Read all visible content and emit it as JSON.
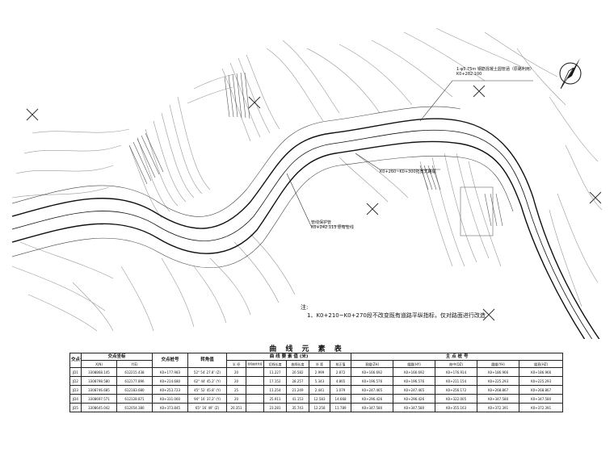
{
  "annotations": {
    "bridge": "1-φ5.75m 钢筋混凝土圆管涵（原路利用）",
    "bridge_station": "K0+282.100",
    "junction": "K0+260~K0+300拓宽式路堤",
    "culvert": "管线保护管",
    "culvert_station": "K0+242.113 原有管线"
  },
  "note": {
    "title": "注:",
    "line1": "1、K0+210~K0+270段不改变既有道路平纵指标，仅对路面进行改造"
  },
  "table": {
    "title": "曲 线 元 素 表",
    "h_point": "交点号",
    "h_coord": "交点坐标",
    "h_x": "X(N)",
    "h_y": "Y(E)",
    "h_station": "交点桩号",
    "h_angle": "转角值",
    "h_elements": "曲 线 要 素 值 (米)",
    "h_radius": "半 径",
    "h_ls": "缓和曲线长度",
    "h_tangent": "切线长度",
    "h_curve": "曲线长度",
    "h_ext": "外 距",
    "h_corr": "校正值",
    "h_main": "主 点 桩 号",
    "h_zh": "直缓(ZH)",
    "h_hy": "缓圆(HY)",
    "h_qz": "曲中(QZ)",
    "h_yh": "圆缓(YH)",
    "h_hz": "缓直(HZ)",
    "rows": [
      {
        "jd": "JD1",
        "x": "3308868.145",
        "y": "612215.438",
        "st": "K0+177.983",
        "ang": "52° 54′ 27.8″ (Z)",
        "r": "20",
        "ls": "",
        "t": "11.227",
        "l": "20.582",
        "e": "2.999",
        "c": "2.872",
        "zh": "K0+166.692",
        "hy": "K0+166.692",
        "qz": "K0+176.914",
        "yh": "K0+186.966",
        "hz": "K0+186.966"
      },
      {
        "jd": "JD2",
        "x": "3308798.580",
        "y": "612177.896",
        "st": "K0+214.680",
        "ang": "62° 44′ 45.2″ (Y)",
        "r": "20",
        "ls": "",
        "t": "17.152",
        "l": "28.257",
        "e": "5.343",
        "c": "4.865",
        "zh": "K0+196.576",
        "hy": "K0+196.576",
        "qz": "K0+211.154",
        "yh": "K0+225.293",
        "hz": "K0+225.293"
      },
      {
        "jd": "JD3",
        "x": "3308746.685",
        "y": "612183.680",
        "st": "K0+253.723",
        "ang": "45° 52′ 45.8″ (Y)",
        "r": "25",
        "ls": "",
        "t": "11.254",
        "l": "21.249",
        "e": "2.441",
        "c": "1.079",
        "zh": "K0+247.465",
        "hy": "K0+247.465",
        "qz": "K0+256.172",
        "yh": "K0+268.867",
        "hz": "K0+268.867"
      },
      {
        "jd": "JD4",
        "x": "3308697.571",
        "y": "612128.871",
        "st": "K0+331.060",
        "ang": "94° 16′ 37.2″ (Y)",
        "r": "20",
        "ls": "",
        "t": "25.911",
        "l": "41.153",
        "e": "12.583",
        "c": "14.668",
        "zh": "K0+296.426",
        "hy": "K0+296.426",
        "qz": "K0+322.005",
        "yh": "K0+347.580",
        "hz": "K0+347.580"
      },
      {
        "jd": "JD5",
        "x": "3308645.042",
        "y": "612054.380",
        "st": "K0+373.845",
        "ang": "65° 16′ 49″ (Z)",
        "r": "20.351",
        "ls": "",
        "t": "23.281",
        "l": "35.743",
        "e": "12.258",
        "c": "11.789",
        "zh": "K0+347.580",
        "hy": "K0+347.580",
        "qz": "K0+355.163",
        "yh": "K0+372.391",
        "hz": "K0+372.391"
      }
    ]
  }
}
